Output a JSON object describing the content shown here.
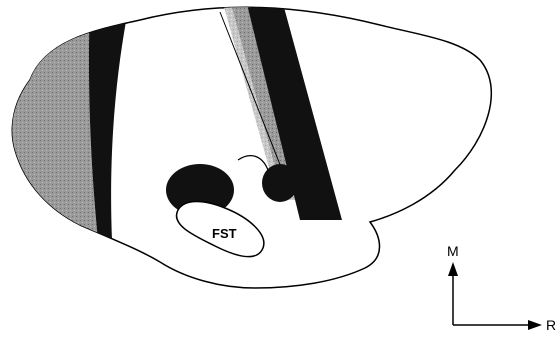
{
  "diagram": {
    "region_label": "FST",
    "axes": {
      "medial_label": "M",
      "rostral_label": "R"
    }
  },
  "colors": {
    "outline": "#000000",
    "dark_fill": "#111111",
    "gray_fill": "#8c8c8c",
    "light_gray_fill": "#c4c4c4",
    "background": "#ffffff"
  }
}
